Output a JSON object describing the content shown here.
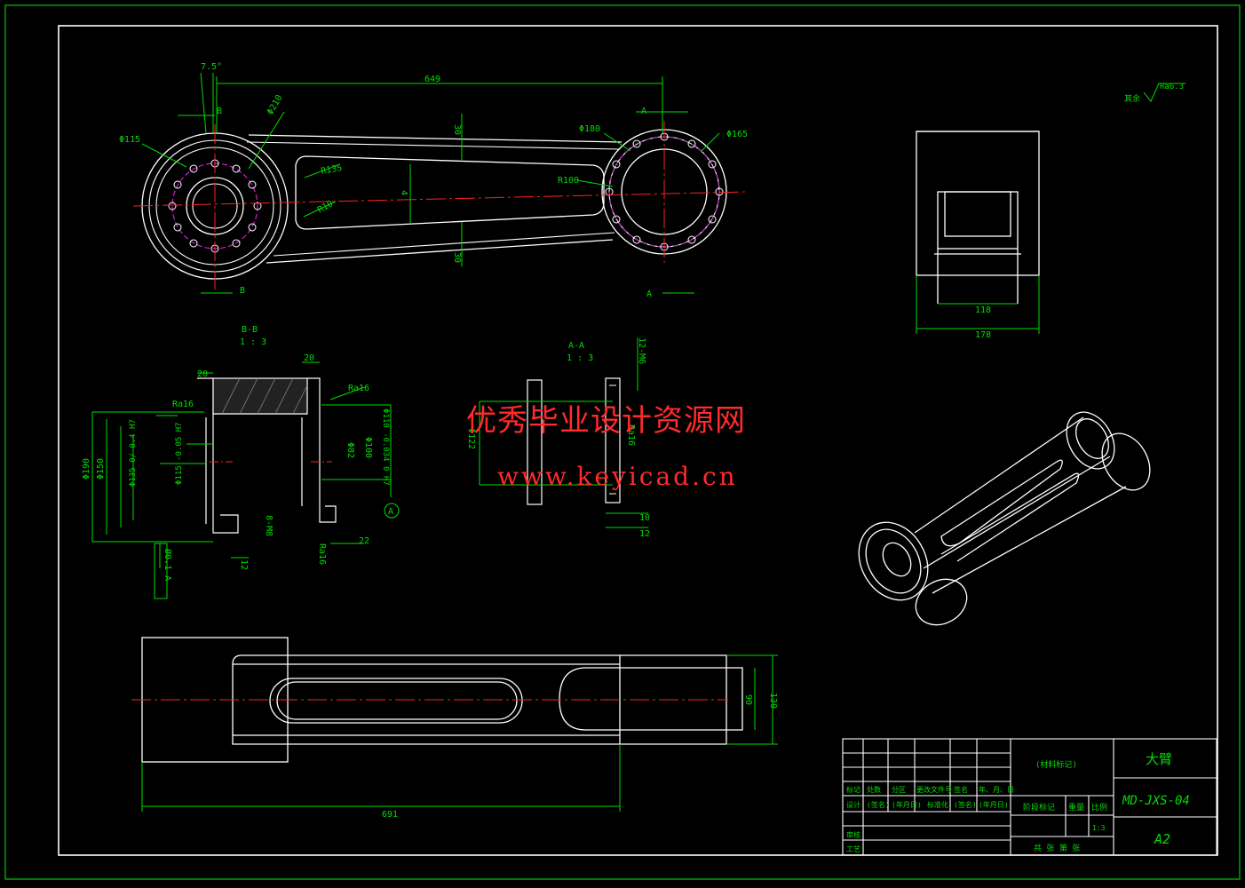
{
  "watermark": {
    "cn": "优秀毕业设计资源网",
    "url": "www.keyicad.cn"
  },
  "dims": {
    "angle": "7.5°",
    "len649": "649",
    "d210": "Φ210",
    "d115": "Φ115",
    "d180": "Φ180",
    "d165": "Φ165",
    "r135": "R135",
    "r10": "R10",
    "r100": "R100",
    "w30a": "30",
    "w30b": "30",
    "h4": "4",
    "sec_B": "B",
    "sec_A": "A",
    "side118": "118",
    "side178": "178",
    "rough": "其余",
    "rough_val": "Ra6.3",
    "bb_title": "B-B",
    "bb_scale": "1 : 3",
    "aa_title": "A-A",
    "aa_scale": "1 : 3",
    "bb20a": "20",
    "bb20b": "20",
    "ra16a": "Ra16",
    "ra16b": "Ra16",
    "ra16c": "Ra16",
    "ra16d": "Ra16",
    "d190": "Φ190",
    "d150": "Φ150",
    "d135": "Φ135 0/-0.4 H7",
    "d115b": "Φ115 -0.05 H7",
    "d110": "Φ110 -0.034 0 H7",
    "d100": "Φ100",
    "d82": "Φ82",
    "n8m8": "8-M8",
    "bb12": "12",
    "bb22": "22",
    "tol": "Ø0.1 A",
    "datumA": "A",
    "aa122": "Φ122",
    "aa10": "10",
    "aa12": "12",
    "aa12m": "12-M6",
    "len691": "691",
    "h90": "90",
    "h130": "130"
  },
  "title_block": {
    "material": "(材料标记)",
    "part_name": "大臂",
    "drawing_no": "MD-JXS-04",
    "size": "A2",
    "scale": "1:3",
    "row1": [
      "标记",
      "处数",
      "分区",
      "更改文件号",
      "签名",
      "年、月、日"
    ],
    "row2": [
      "设计",
      "(签名)",
      "(年月日)",
      "标准化",
      "(签名)",
      "(年月日)"
    ],
    "stage_label": "阶段标记",
    "weight_label": "重量",
    "scale_label": "比例",
    "check": "审核",
    "process": "工艺",
    "sheets": "共   张   第   张"
  },
  "colors": {
    "outline": "#ffffff",
    "dim": "#00dd00",
    "center": "#ff2020",
    "hole": "#cc22cc",
    "watermark": "#ff2a2a",
    "bg": "#000000"
  }
}
